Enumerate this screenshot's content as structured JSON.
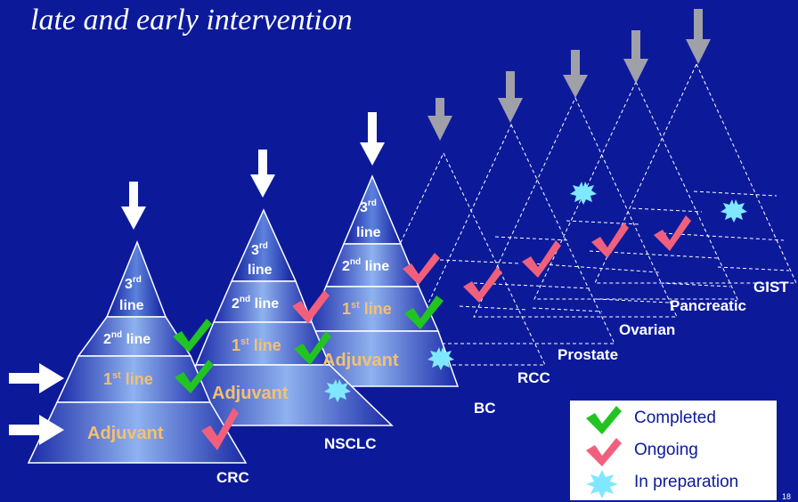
{
  "title": "late and early  intervention",
  "page_number": "18",
  "colors": {
    "background": "#0c1a9a",
    "completed": "#22c422",
    "ongoing": "#f0607c",
    "label_orange": "#f5c06e",
    "arrow_white": "#ffffff",
    "arrow_grey": "#a0a0a8"
  },
  "pyramids": [
    {
      "name": "CRC",
      "tiers": [
        {
          "text": "3",
          "sup": "rd",
          "text2": "line",
          "style": "white"
        },
        {
          "text": "2",
          "sup": "nd",
          "text2": " line",
          "style": "white",
          "mark": "completed"
        },
        {
          "text": "1",
          "sup": "st",
          "text2": " line",
          "style": "orange",
          "mark": "completed"
        },
        {
          "text": "Adjuvant",
          "sup": "",
          "text2": "",
          "style": "orange",
          "mark": "ongoing"
        }
      ]
    },
    {
      "name": "NSCLC",
      "tiers": [
        {
          "text": "3",
          "sup": "rd",
          "text2": "line",
          "style": "white"
        },
        {
          "text": "2",
          "sup": "nd",
          "text2": " line",
          "style": "white",
          "mark": "ongoing"
        },
        {
          "text": "1",
          "sup": "st",
          "text2": " line",
          "style": "orange",
          "mark": "completed"
        },
        {
          "text": "Adjuvant",
          "sup": "",
          "text2": "",
          "style": "orange",
          "mark": "preparation"
        }
      ]
    },
    {
      "name": "BC",
      "tiers": [
        {
          "text": "3",
          "sup": "rd",
          "text2": "line",
          "style": "white"
        },
        {
          "text": "2",
          "sup": "nd",
          "text2": " line",
          "style": "white",
          "mark": "ongoing"
        },
        {
          "text": "1",
          "sup": "st",
          "text2": " line",
          "style": "orange",
          "mark": "completed"
        },
        {
          "text": "Adjuvant",
          "sup": "",
          "text2": "",
          "style": "orange",
          "mark": "preparation"
        }
      ]
    },
    {
      "name": "RCC",
      "marks": [
        "ongoing"
      ]
    },
    {
      "name": "Prostate",
      "marks": [
        "ongoing"
      ]
    },
    {
      "name": "Ovarian",
      "marks": [
        "preparation",
        "ongoing"
      ]
    },
    {
      "name": "Pancreatic",
      "marks": [
        "ongoing"
      ]
    },
    {
      "name": "GIST",
      "marks": [
        "preparation"
      ]
    }
  ],
  "legend": [
    {
      "icon": "completed",
      "label": "Completed"
    },
    {
      "icon": "ongoing",
      "label": "Ongoing"
    },
    {
      "icon": "preparation",
      "label": "In preparation"
    }
  ]
}
